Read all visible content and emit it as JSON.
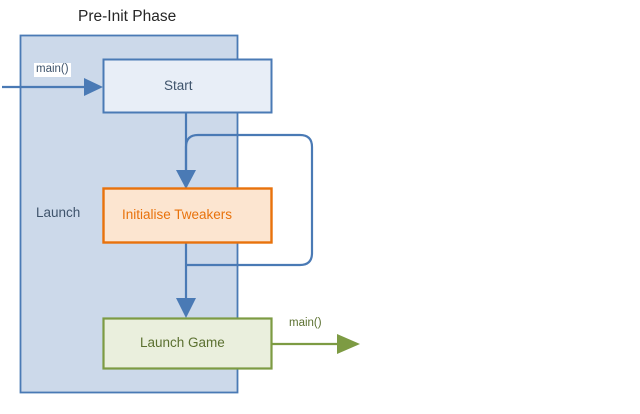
{
  "diagram": {
    "title": "Pre-Init Phase",
    "type": "flowchart",
    "colors": {
      "blue_stroke": "#4a7ab5",
      "blue_container_fill": "#ccd9ea",
      "blue_node_fill": "#e8eef7",
      "orange_stroke": "#e8720c",
      "orange_fill": "#fce5d0",
      "green_stroke": "#7d9b43",
      "green_fill": "#eaefdd",
      "title_text": "#262626",
      "blue_text": "#3f546c",
      "orange_text": "#e8720c",
      "green_text": "#5b7030"
    },
    "container": {
      "label": "Launch",
      "name": "launch-container"
    },
    "nodes": [
      {
        "id": "start",
        "label": "Start",
        "kind": "blue-box"
      },
      {
        "id": "init-tweakers",
        "label": "Initialise Tweakers",
        "kind": "orange-box"
      },
      {
        "id": "launch-game",
        "label": "Launch Game",
        "kind": "green-box"
      }
    ],
    "edges": [
      {
        "id": "entry",
        "label": "main()",
        "from": "external",
        "to": "start",
        "color": "blue"
      },
      {
        "id": "start-to-init",
        "label": "",
        "from": "start",
        "to": "init-tweakers",
        "color": "blue"
      },
      {
        "id": "init-loop-back",
        "label": "",
        "from": "init-tweakers",
        "to": "init-tweakers",
        "color": "blue"
      },
      {
        "id": "init-to-launch",
        "label": "",
        "from": "init-tweakers",
        "to": "launch-game",
        "color": "blue"
      },
      {
        "id": "exit",
        "label": "main()",
        "from": "launch-game",
        "to": "external",
        "color": "green"
      }
    ]
  }
}
